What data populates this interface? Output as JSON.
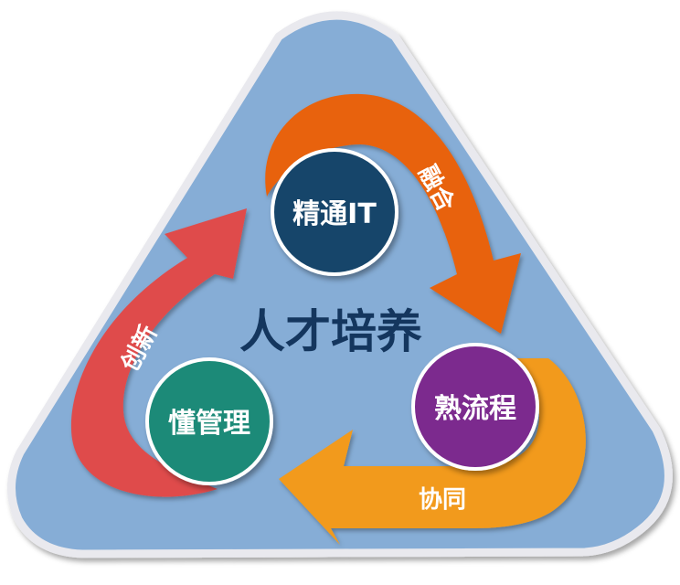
{
  "center_title": "人才培养",
  "nodes": {
    "it": {
      "label": "精通IT",
      "color": "#17456a"
    },
    "process": {
      "label": "熟流程",
      "color": "#7b2b8e"
    },
    "management": {
      "label": "懂管理",
      "color": "#1f8a78"
    }
  },
  "arrows": {
    "fusion": {
      "label": "融合",
      "color": "#e8620f"
    },
    "collaboration": {
      "label": "协同",
      "color": "#f29a1a"
    },
    "innovation": {
      "label": "创新",
      "color": "#df4c4c"
    }
  },
  "colors": {
    "triangle_fill": "#86add6",
    "triangle_border": "#e9e9ee",
    "title": "#14365e"
  }
}
